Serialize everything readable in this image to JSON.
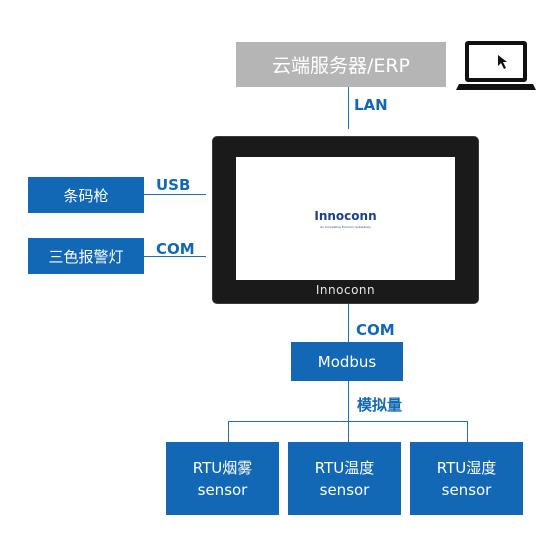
{
  "cloud": {
    "label": "云端服务器/ERP"
  },
  "links": {
    "lan": "LAN",
    "usb": "USB",
    "com_left": "COM",
    "com_bottom": "COM",
    "analog": "模拟量"
  },
  "peripherals": {
    "scanner": "条码枪",
    "alarm_light": "三色报警灯"
  },
  "device": {
    "screen_logo": "Innoconn",
    "screen_tagline": "An Innovative Foxconn Subsidiary",
    "bezel_logo": "Innoconn"
  },
  "modbus": {
    "label": "Modbus"
  },
  "sensors": [
    {
      "line1": "RTU烟雾",
      "line2": "sensor"
    },
    {
      "line1": "RTU温度",
      "line2": "sensor"
    },
    {
      "line1": "RTU湿度",
      "line2": "sensor"
    }
  ],
  "colors": {
    "accent": "#1268b4",
    "cloud_box": "#b5b5b5",
    "device_frame": "#1a1a1a"
  }
}
